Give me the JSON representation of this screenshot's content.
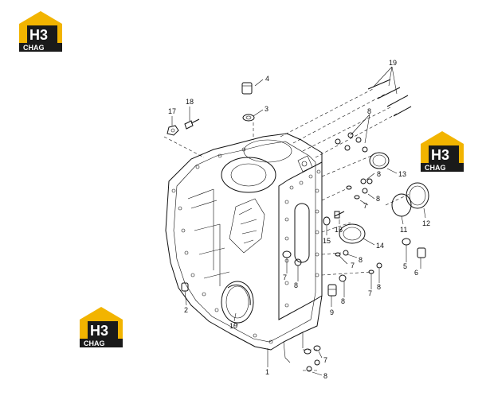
{
  "logo": {
    "letters": "H3",
    "caption": "CHAG",
    "colors": {
      "accent": "#f2b400",
      "dark": "#1a1a1a",
      "light": "#ffffff"
    }
  },
  "callouts": [
    "1",
    "2",
    "3",
    "4",
    "5",
    "6",
    "7",
    "8",
    "9",
    "10",
    "11",
    "12",
    "13",
    "14",
    "15",
    "16",
    "17",
    "18",
    "19"
  ],
  "labels": {
    "c1": "1",
    "c2": "2",
    "c3": "3",
    "c4": "4",
    "c5": "5",
    "c6": "6",
    "c7a": "7",
    "c7b": "7",
    "c7c": "7",
    "c7d": "7",
    "c7e": "7",
    "c7f": "7",
    "c8a": "8",
    "c8b": "8",
    "c8c": "8",
    "c8d": "8",
    "c8e": "8",
    "c8f": "8",
    "c8g": "8",
    "c9": "9",
    "c10": "10",
    "c11": "11",
    "c12": "12",
    "c13": "13",
    "c14": "14",
    "c15": "15",
    "c16": "16",
    "c17": "17",
    "c18": "18",
    "c19": "19"
  }
}
